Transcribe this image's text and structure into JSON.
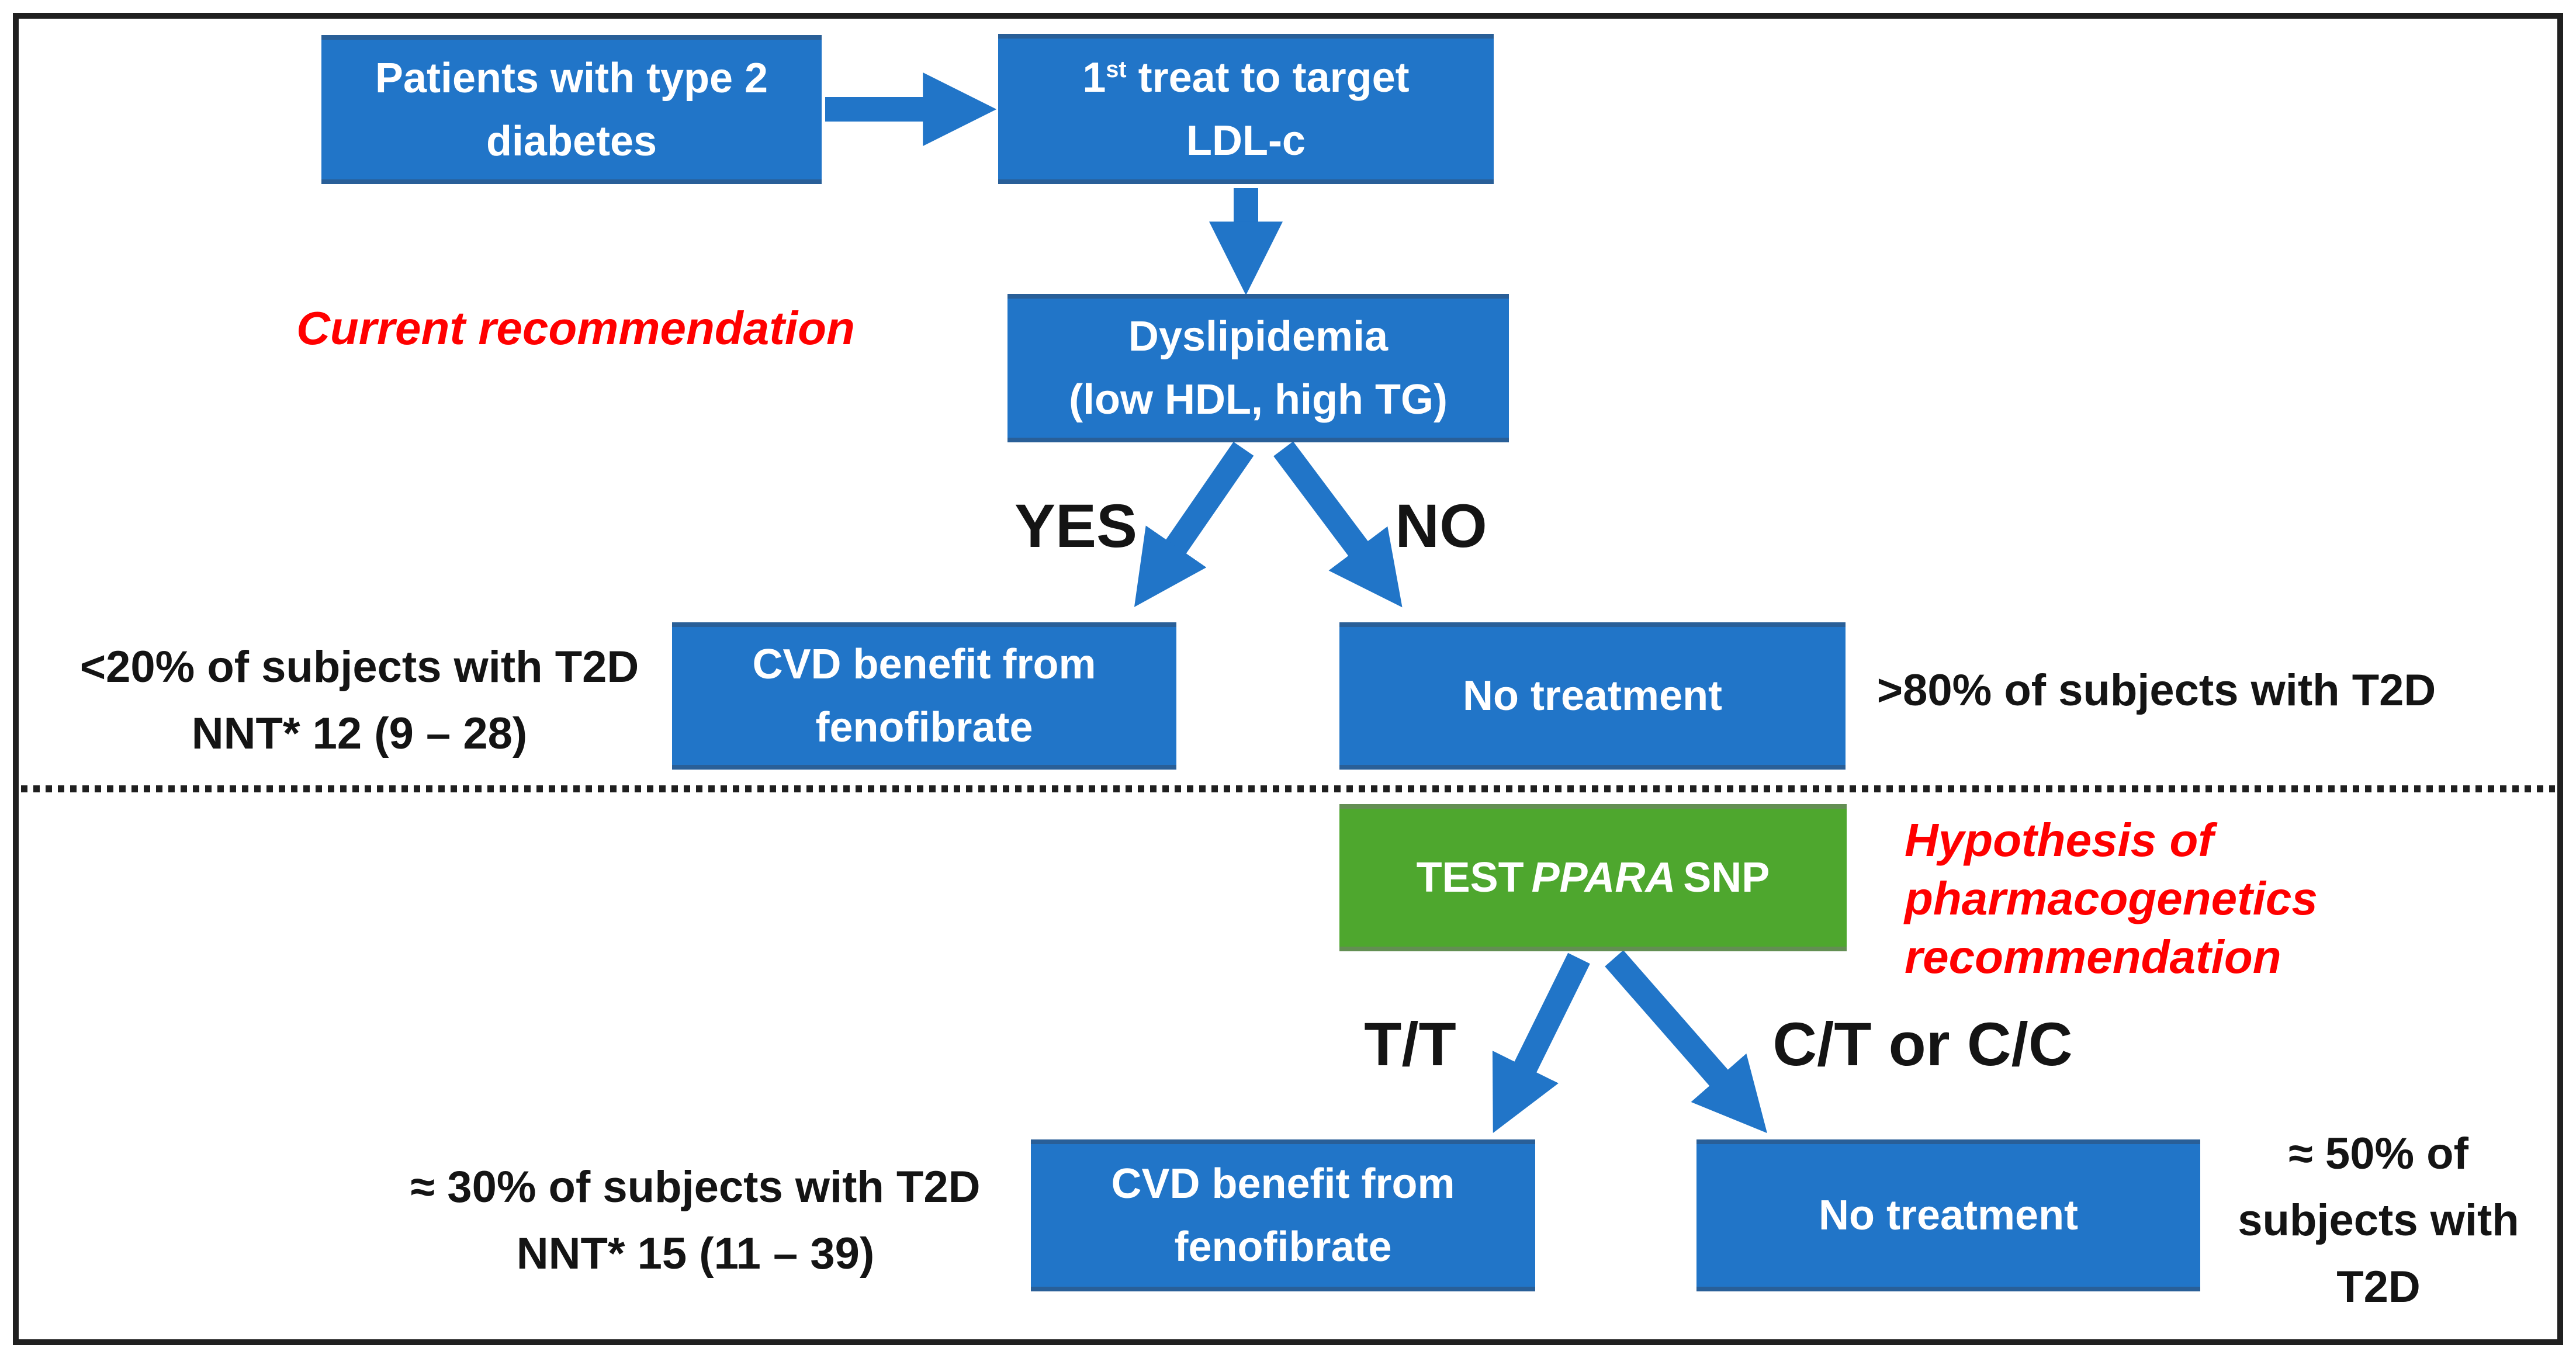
{
  "colors": {
    "box_blue": "#2175C8",
    "box_green": "#4EA72E",
    "accent_red": "#FF0000",
    "arrow_blue": "#2175C8",
    "text_black": "#141414"
  },
  "flowchart": {
    "nodes": {
      "patients": {
        "text": "Patients with type 2\ndiabetes"
      },
      "treat_to_target": {
        "num": "1",
        "sup": "st",
        "rest": "treat to target",
        "line2": "LDL-c"
      },
      "dyslipidemia": {
        "line1": "Dyslipidemia",
        "line2": "(low HDL, high TG)"
      },
      "cvd_benefit_top": {
        "text": "CVD benefit from\nfenofibrate"
      },
      "no_treatment_top": {
        "text": "No treatment"
      },
      "test_ppara": {
        "pre": "TEST",
        "gene": "PPARA",
        "post": "SNP"
      },
      "cvd_benefit_bottom": {
        "text": "CVD benefit from\nfenofibrate"
      },
      "no_treatment_bottom": {
        "text": "No treatment"
      }
    },
    "edge_labels": {
      "yes": "YES",
      "no": "NO",
      "tt": "T/T",
      "ct_cc": "C/T or C/C"
    },
    "annotations": {
      "current": "Current recommendation",
      "hypothesis": "Hypothesis of\npharmacogenetics\nrecommendation",
      "left_top_line1": "<20% of subjects with T2D",
      "left_top_line2": "NNT* 12 (9 – 28)",
      "right_top": ">80% of subjects with T2D",
      "left_bottom_line1": "≈ 30% of subjects with T2D",
      "left_bottom_line2": "NNT* 15 (11 – 39)",
      "right_bottom": "≈ 50% of\nsubjects with\nT2D"
    }
  }
}
